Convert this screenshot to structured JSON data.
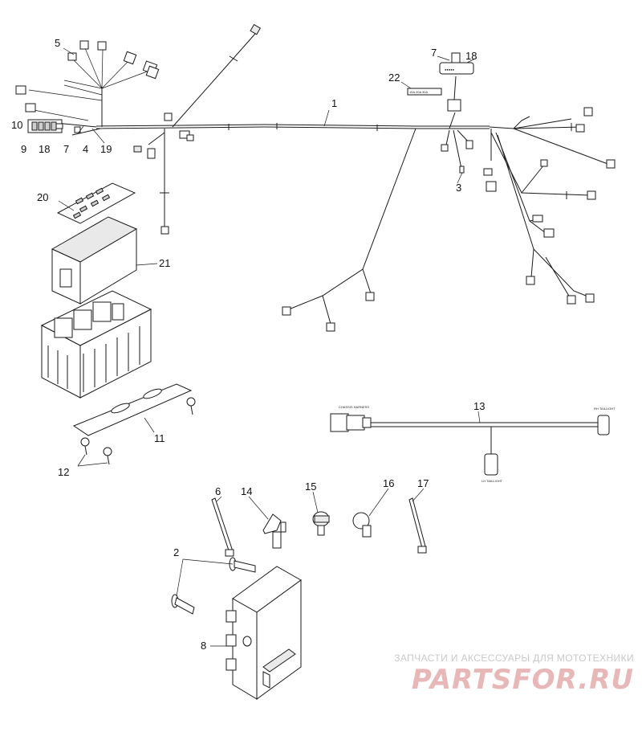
{
  "diagram": {
    "callouts": {
      "c1": "1",
      "c2": "2",
      "c3": "3",
      "c4": "4",
      "c5": "5",
      "c6": "6",
      "c7a": "7",
      "c7b": "7",
      "c8": "8",
      "c9": "9",
      "c10": "10",
      "c11": "11",
      "c12": "12",
      "c13": "13",
      "c14": "14",
      "c15": "15",
      "c16": "16",
      "c17": "17",
      "c18a": "18",
      "c18b": "18",
      "c19": "19",
      "c20": "20",
      "c21": "21",
      "c22": "22"
    },
    "harness_labels": {
      "chassis": "CHASSIS HARNESS",
      "rh_taillight": "RH TAILLIGHT",
      "lh_taillight": "LH TAILLIGHT"
    },
    "label_22_text": "15A 20A 30A"
  },
  "watermark": {
    "tagline": "ЗАПЧАСТИ И АКСЕССУАРЫ ДЛЯ МОТОТЕХНИКИ",
    "logo": "PARTSFOR.RU"
  }
}
